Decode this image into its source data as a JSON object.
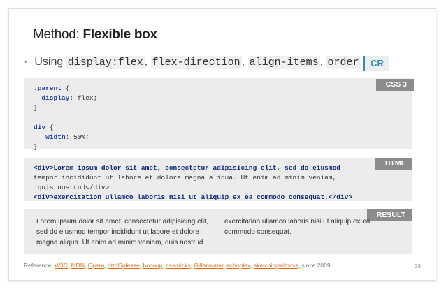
{
  "slide": {
    "title_prefix": "Method: ",
    "title_bold": "Flexible box",
    "bullet": {
      "dot": "·",
      "using": "Using",
      "code1": "display:flex",
      "sep1": ",",
      "code2": "flex-direction",
      "sep2": ",",
      "code3": "align-items",
      "sep3": ",",
      "code4": "order"
    },
    "cr_badge": "CR",
    "css_panel": {
      "tag": "CSS 3",
      "lines": [
        ".parent {",
        "  display: flex;",
        "}",
        "",
        "div {",
        "   width: 50%;",
        "}"
      ]
    },
    "html_panel": {
      "tag": "HTML",
      "line1": "<div>Lorem ipsum dolor sit amet, consectetur adipisicing elit, sed do eiusmod",
      "line2": "tempor incididunt ut labore et dolore magna aliqua. Ut enim ad minim veniam,",
      "line3": " quis nostrud</div>",
      "line4": "<div>exercitation ullamco laboris nisi ut aliquip ex ea commodo consequat.</div>"
    },
    "result_panel": {
      "tag": "RESULT",
      "col1": "Lorem ipsum dolor sit amet, consectetur adipisicing elit, sed do eiusmod tempor incididunt ut labore et dolore magna aliqua. Ut enim ad minim veniam, quis nostrud",
      "col2": "exercitation ullamco laboris nisi ut aliquip ex ea commodo consequat."
    },
    "reference": {
      "label": "Reference:",
      "links": [
        "W3C",
        "MDN",
        "Opera",
        "html5please",
        "bocoup",
        "css-tricks",
        "Gillenwater",
        "echoplex",
        "sketchingwithcss"
      ],
      "suffix": "since 2009"
    },
    "page_number": "26"
  },
  "colors": {
    "accent": "#3b8ba8",
    "link": "#e06a1a",
    "tag_bg": "#8c8c8c",
    "panel_bg": "#ececec"
  }
}
